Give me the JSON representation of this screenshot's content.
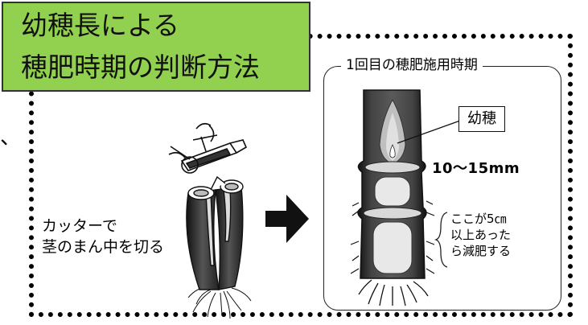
{
  "title": {
    "line1": "幼穂長による",
    "line2": "穂肥時期の判断方法"
  },
  "panel": {
    "heading": "1回目の穂肥施用時期",
    "label_youho": "幼穂",
    "measurement": "10～15mm",
    "note_lines": [
      "ここが5㎝",
      "以上あった",
      "ら減肥する"
    ]
  },
  "left": {
    "instruction_lines": [
      "カッターで",
      "茎のまん中を切る"
    ]
  },
  "stray_mark": "、",
  "colors": {
    "title_bg": "#92d050",
    "border": "#000000",
    "stem_dark": "#2a2a2a",
    "panicle_light": "#e8e8e8"
  }
}
